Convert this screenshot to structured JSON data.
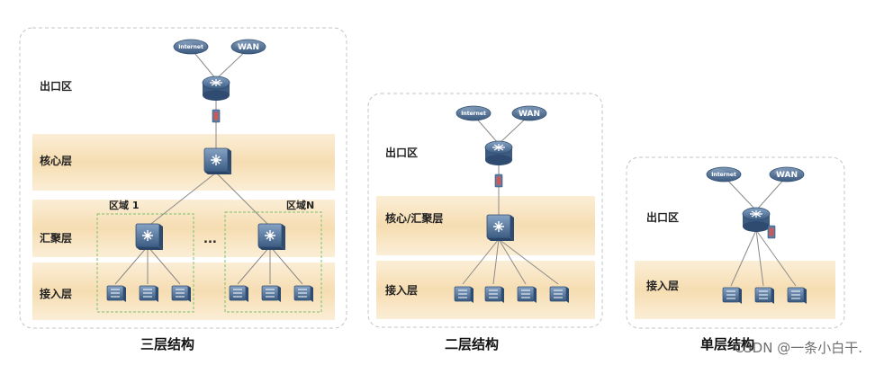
{
  "colors": {
    "layer_band": "#f8e2bc",
    "panel_border": "#c4c4c4",
    "area_border": "#7cc26b",
    "device_blue": "#4b6e93"
  },
  "diagrams": [
    {
      "title": "三层结构",
      "layers": [
        "出口区",
        "核心层",
        "汇聚层",
        "接入层"
      ],
      "areas": [
        "区域 1",
        "区域N"
      ],
      "ellipsis": "...",
      "clouds": [
        "Internet",
        "WAN"
      ]
    },
    {
      "title": "二层结构",
      "layers": [
        "出口区",
        "核心/汇聚层",
        "接入层"
      ],
      "clouds": [
        "Internet",
        "WAN"
      ]
    },
    {
      "title": "单层结构",
      "layers": [
        "出口区",
        "接入层"
      ],
      "clouds": [
        "Internet",
        "WAN"
      ]
    }
  ],
  "watermark": "CSDN @一条小白干."
}
